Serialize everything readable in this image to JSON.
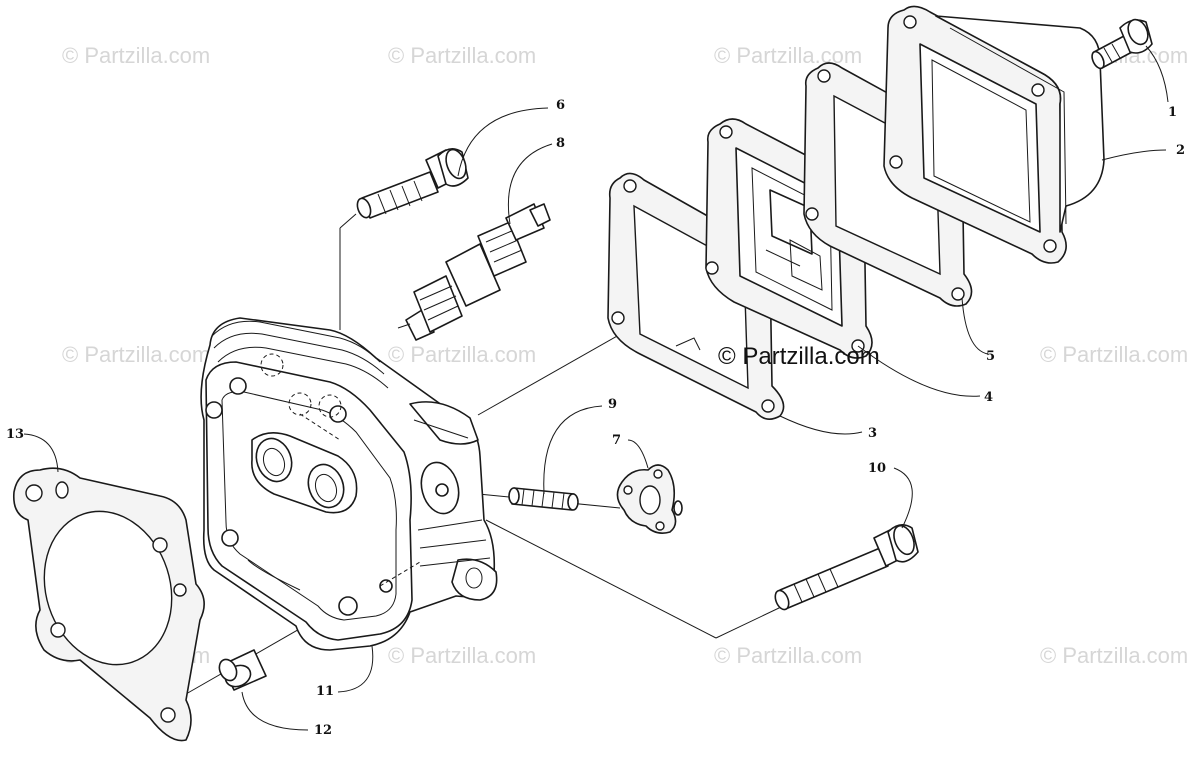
{
  "watermark": {
    "text": "© Partzilla.com",
    "center_text": "© Partzilla.com"
  },
  "callouts": [
    "1",
    "2",
    "3",
    "4",
    "5",
    "6",
    "7",
    "8",
    "9",
    "10",
    "11",
    "12",
    "13"
  ]
}
